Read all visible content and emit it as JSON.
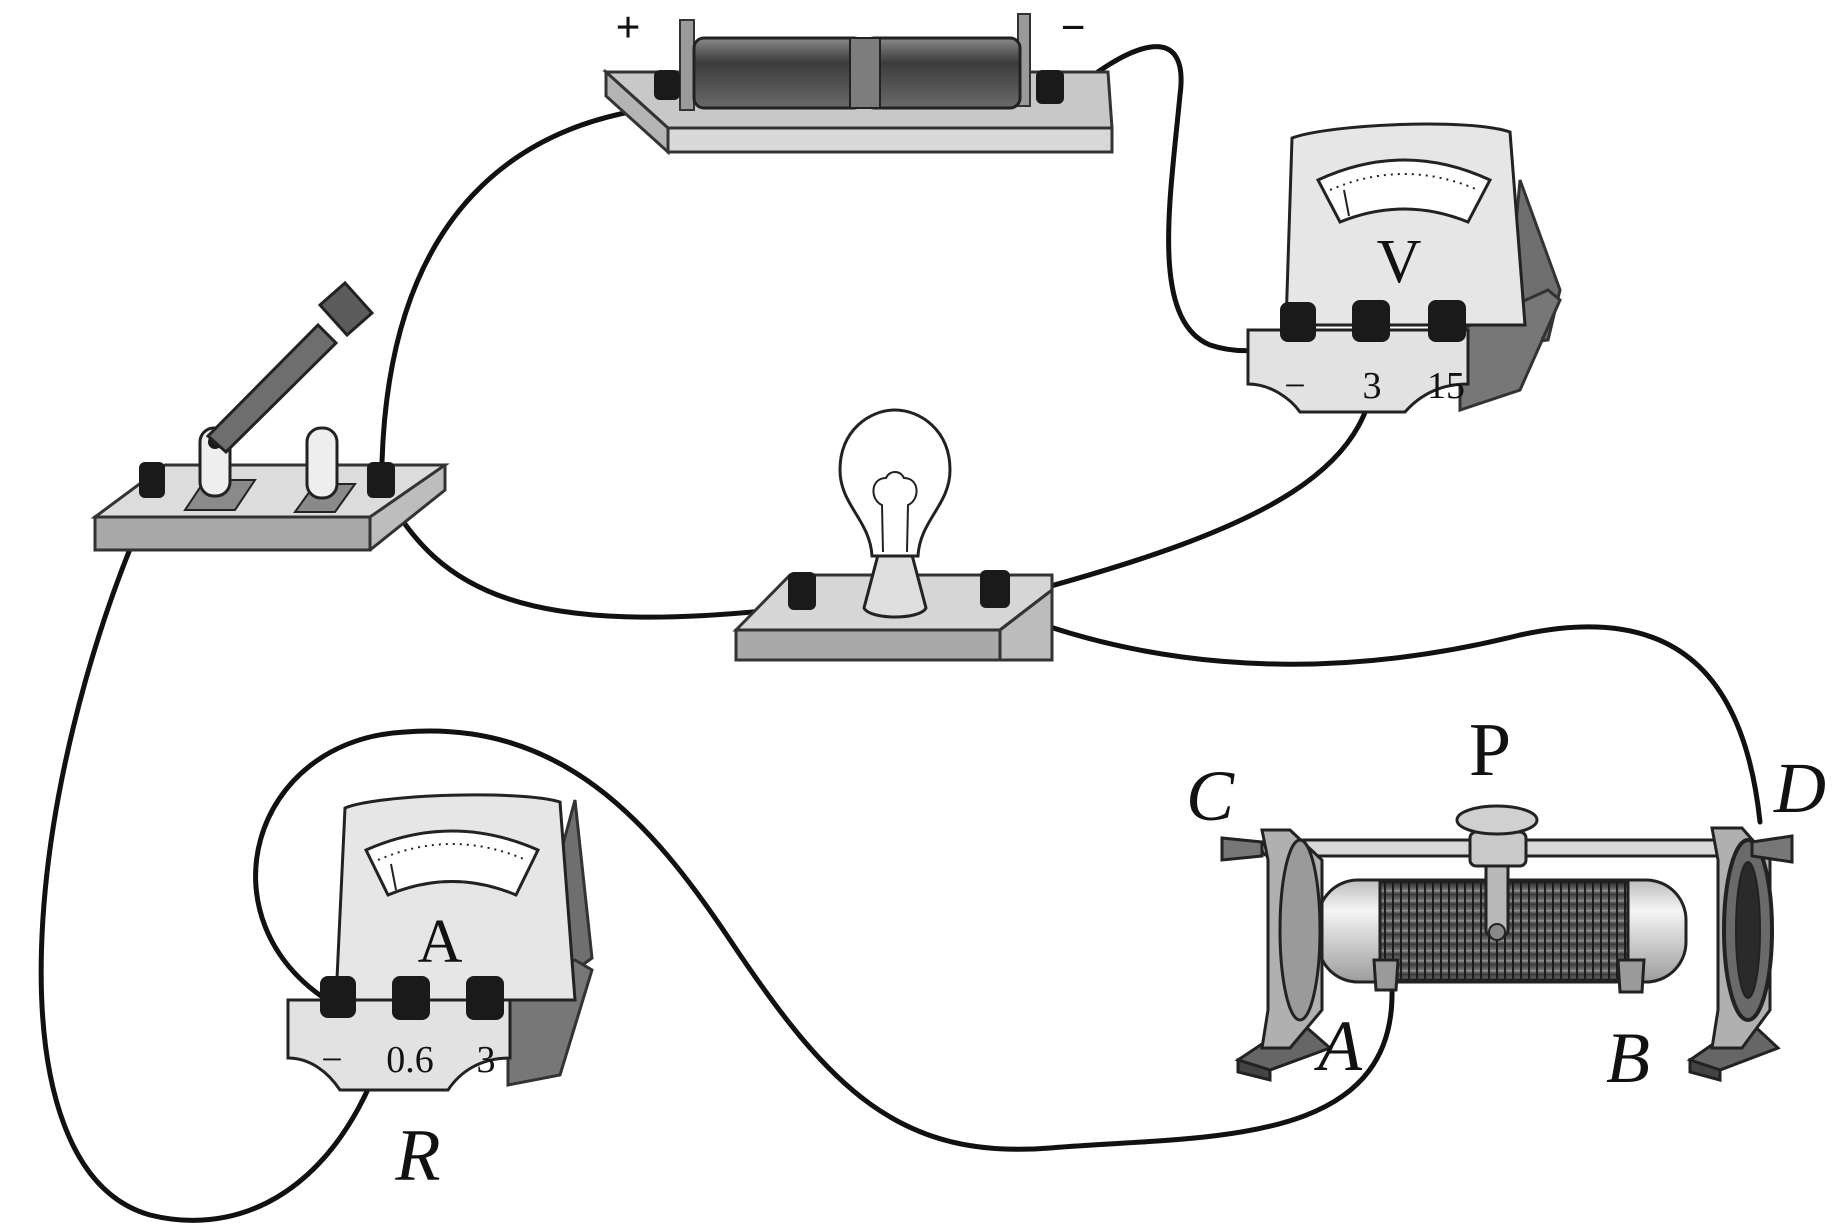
{
  "battery": {
    "plus": "+",
    "minus": "−"
  },
  "voltmeter": {
    "symbol": "V",
    "terminals": [
      "−",
      "3",
      "15"
    ]
  },
  "ammeter": {
    "symbol": "A",
    "terminals": [
      "−",
      "0.6",
      "3"
    ]
  },
  "rheostat": {
    "slider": "P",
    "left_end": "C",
    "right_end": "D",
    "terminal_a": "A",
    "terminal_b": "B"
  },
  "label_r": "R",
  "colors": {
    "wire": "#111111",
    "device_body": "#e4e4e4",
    "board": "#c8c8c8",
    "terminal": "#111111",
    "battery_cell": "#555555"
  }
}
